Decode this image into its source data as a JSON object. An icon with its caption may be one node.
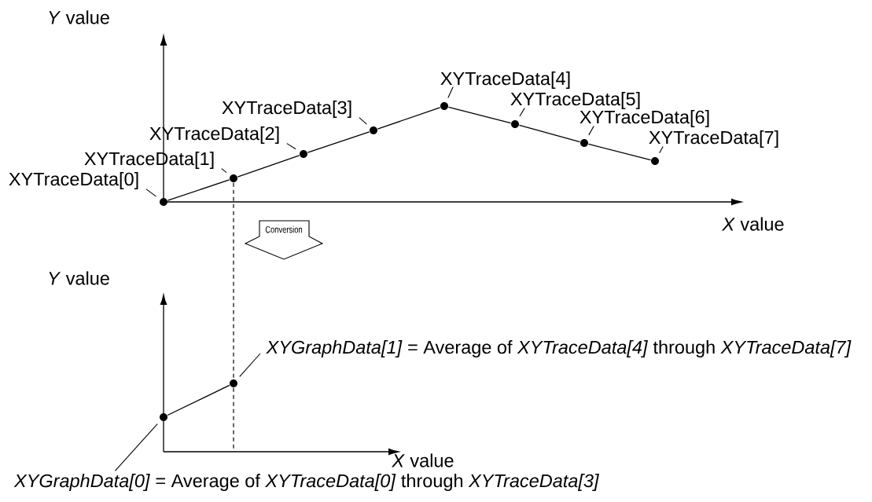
{
  "diagram": {
    "nodes": [
      {
        "text": [
          "XYTraceData[0]"
        ]
      },
      {
        "text": [
          "XYTraceData[1]"
        ]
      },
      {
        "text": [
          "XYTraceData[2]"
        ]
      },
      {
        "text": [
          "XYTraceData[3]"
        ]
      },
      {
        "text": [
          "XYTraceData[4]"
        ]
      },
      {
        "text": [
          "XYTraceData[5]"
        ]
      },
      {
        "text": [
          "XYTraceData[6]"
        ]
      },
      {
        "text": [
          "XYTraceData[7]"
        ]
      },
      {
        "text": [],
        "shape": "circle"
      },
      {
        "text": [],
        "shape": "circle"
      },
      {
        "text": [],
        "shape": "circle"
      },
      {
        "text": [],
        "shape": "circle"
      },
      {
        "text": [],
        "shape": "circle"
      },
      {
        "text": [],
        "shape": "circle"
      },
      {
        "text": [],
        "shape": "circle"
      },
      {
        "text": [],
        "shape": "circle"
      },
      {
        "text": [
          "Conversion"
        ]
      },
      {
        "text": [],
        "shape": "circle"
      },
      {
        "text": [],
        "shape": "circle"
      },
      {
        "text": [
          "*XYGraphData[1]* = Average of *XYTraceData[4]* through *XYTraceData[7]*"
        ]
      },
      {
        "text": [
          "*XYGraphData[0]* = Average of *XYTraceData[0]* through *XYTraceData[3]*"
        ]
      }
    ],
    "edges": [
      {
        "from": 0,
        "to": 8,
        "arrow": "none"
      },
      {
        "from": 1,
        "to": 9,
        "arrow": "none"
      },
      {
        "from": 2,
        "to": 10,
        "arrow": "none"
      },
      {
        "from": 3,
        "to": 11,
        "arrow": "none"
      },
      {
        "from": 4,
        "to": 12,
        "arrow": "none"
      },
      {
        "from": 5,
        "to": 13,
        "arrow": "none"
      },
      {
        "from": 6,
        "to": 14,
        "arrow": "none"
      },
      {
        "from": 7,
        "to": 15,
        "arrow": "none"
      },
      {
        "from": 8,
        "to": 9,
        "arrow": "none"
      },
      {
        "from": 9,
        "to": 10,
        "arrow": "none"
      },
      {
        "from": 10,
        "to": 11,
        "arrow": "none"
      },
      {
        "from": 11,
        "to": 12,
        "arrow": "none"
      },
      {
        "from": 12,
        "to": 13,
        "arrow": "none"
      },
      {
        "from": 13,
        "to": 14,
        "arrow": "none"
      },
      {
        "from": 14,
        "to": 15,
        "arrow": "none"
      },
      {
        "from": 17,
        "to": 18,
        "arrow": "none"
      },
      {
        "from": 19,
        "to": 18,
        "arrow": "none"
      },
      {
        "from": 20,
        "to": 17,
        "arrow": "none"
      },
      {
        "from": 9,
        "to": 18,
        "arrow": "none",
        "style": "dashed"
      }
    ],
    "labels": [
      "*Y* value",
      "*X* value",
      "*Y* value",
      "*X* value"
    ]
  }
}
